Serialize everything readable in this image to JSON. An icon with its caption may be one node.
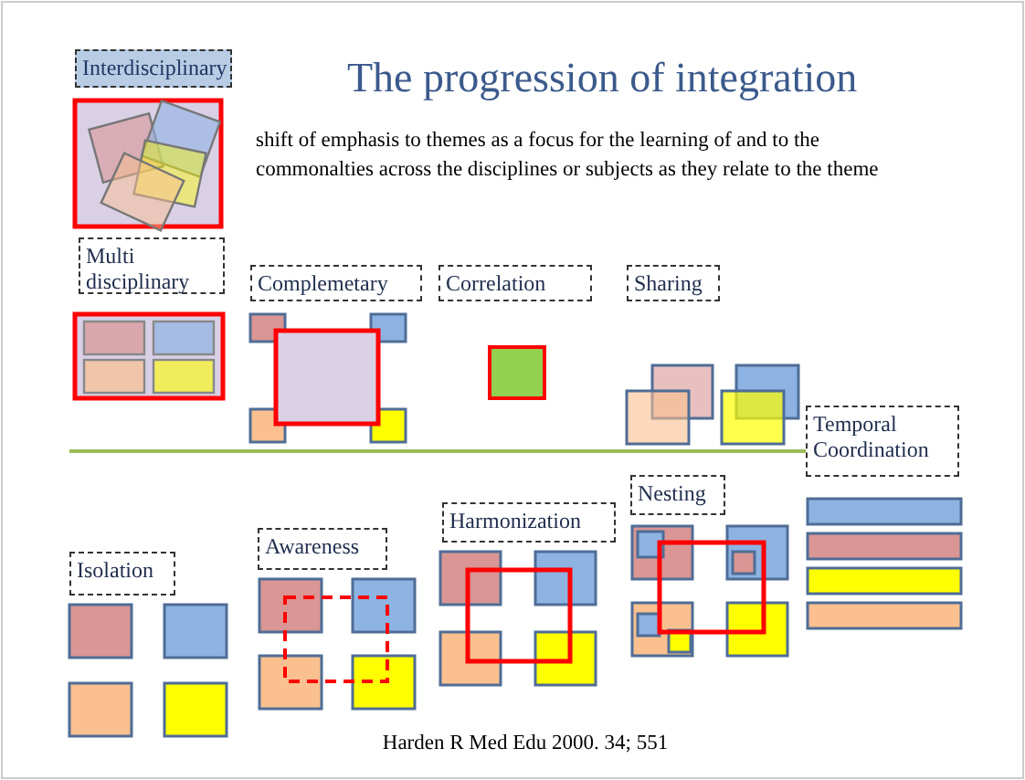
{
  "diagram": {
    "title": "The progression of integration",
    "caption": "Harden R Med Edu 2000. 34; 551",
    "nodes": [
      {
        "text": [
          "Interdisciplinary"
        ]
      },
      {
        "text": [
          "Multi disciplinary"
        ]
      },
      {
        "text": [
          "Complemetary"
        ]
      },
      {
        "text": [
          "Correlation"
        ]
      },
      {
        "text": [
          "Sharing"
        ]
      },
      {
        "text": [
          "Temporal Coordination"
        ]
      },
      {
        "text": [
          "Nesting"
        ]
      },
      {
        "text": [
          "Harmonization"
        ]
      },
      {
        "text": [
          "Awareness"
        ]
      },
      {
        "text": [
          "Isolation"
        ]
      }
    ],
    "labels": [
      "shift of emphasis to themes as a focus for the learning of and to the commonalties across the disciplines or subjects as they relate to the theme"
    ]
  }
}
